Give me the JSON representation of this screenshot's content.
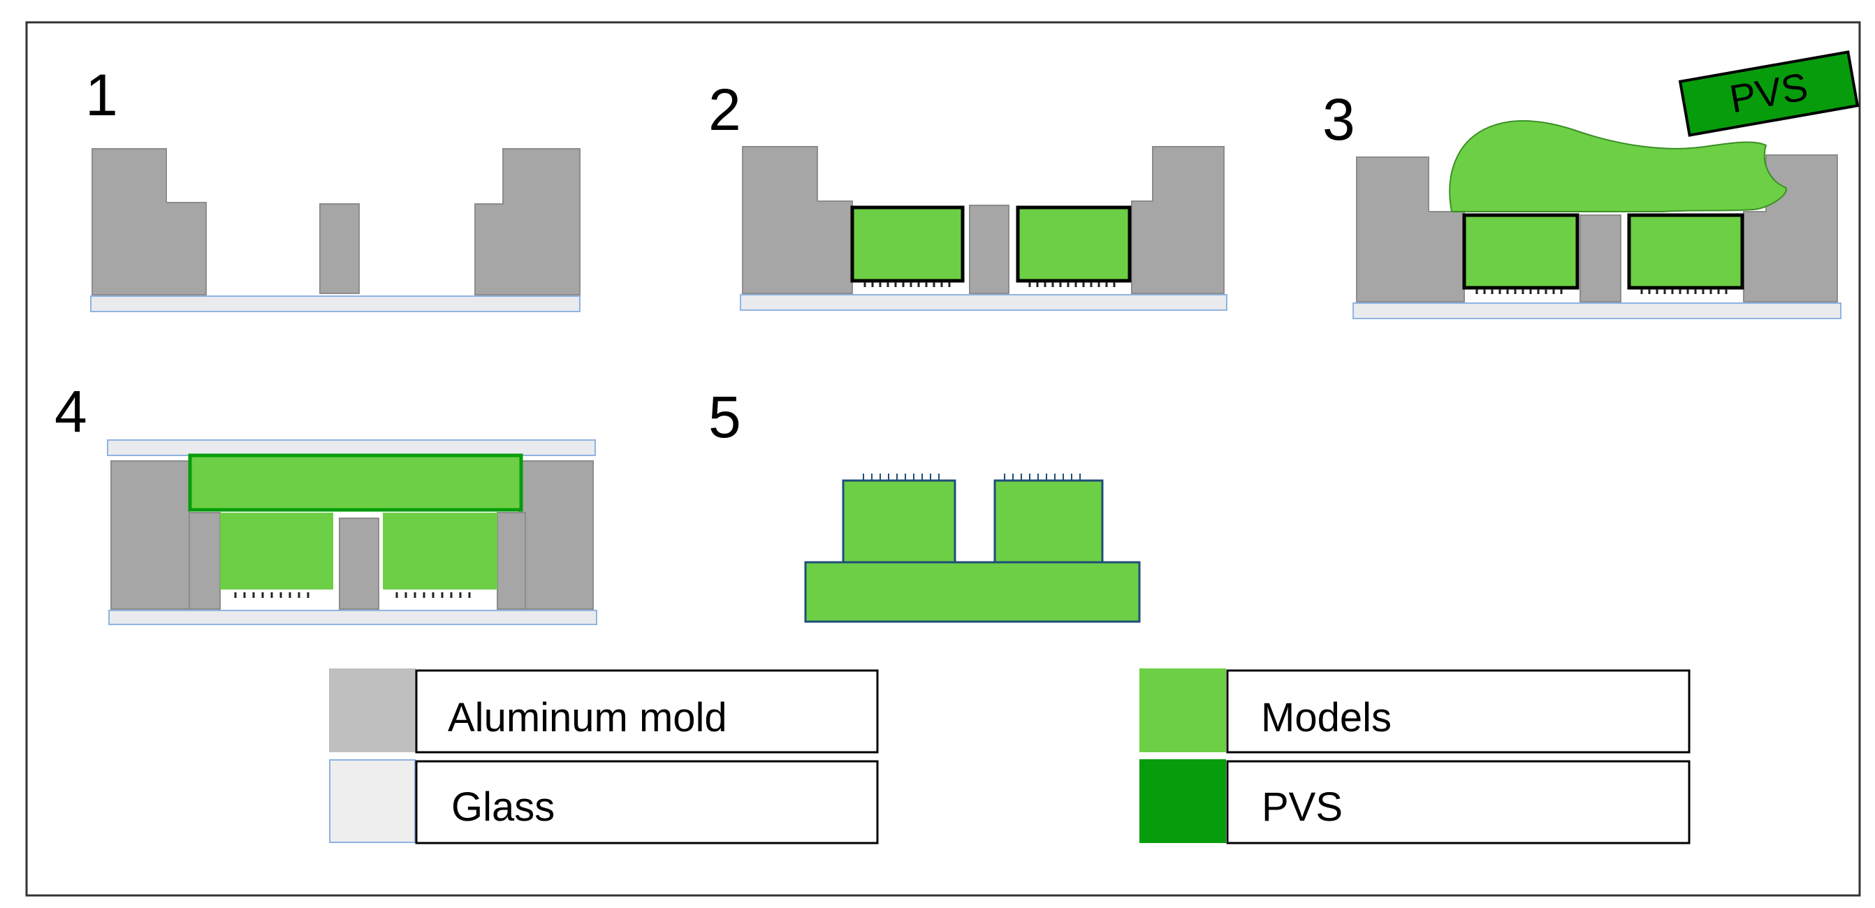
{
  "colors": {
    "aluminum": "#a6a6a6",
    "aluminum_stroke": "#8c8c8c",
    "glass": "#e9ebee",
    "glass_stroke": "#8fb4e0",
    "models": "#6dcf45",
    "pvs": "#079c0b",
    "frame": "#333333"
  },
  "steps": [
    "1",
    "2",
    "3",
    "4",
    "5"
  ],
  "pvs_label": "PVS",
  "legend": [
    {
      "label": "Aluminum mold",
      "swatch": "#bfbfbf",
      "swatch_stroke": "#bfbfbf"
    },
    {
      "label": "Glass",
      "swatch": "#eeeeee",
      "swatch_stroke": "#8fb4e0"
    },
    {
      "label": "Models",
      "swatch": "#6dcf45",
      "swatch_stroke": "#6dcf45"
    },
    {
      "label": "PVS",
      "swatch": "#079c0b",
      "swatch_stroke": "#079c0b"
    }
  ]
}
